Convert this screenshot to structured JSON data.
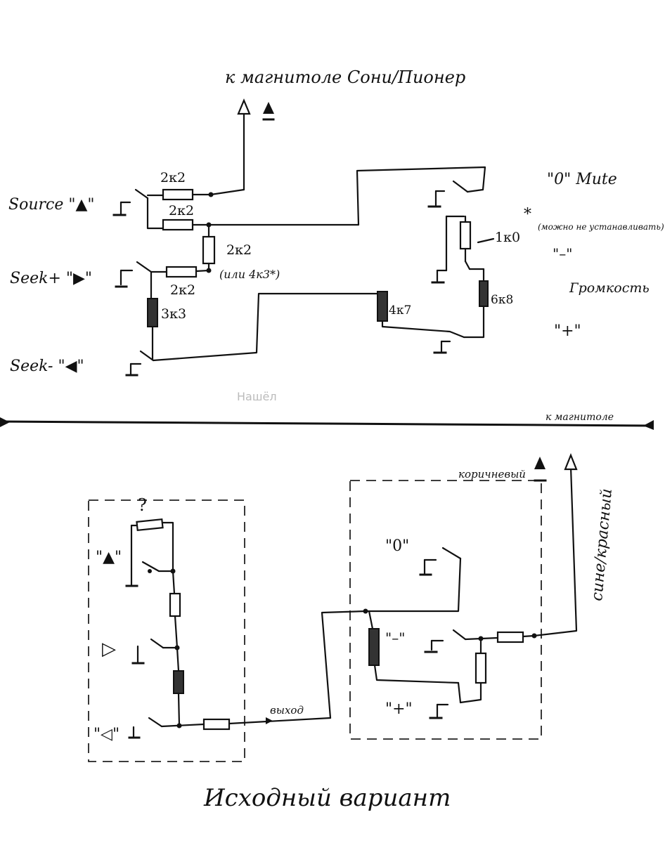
{
  "top": {
    "output_label": "к магнитоле Сони/Пионер",
    "mute_label": "\"0\" Mute",
    "source_label": "Source \"▲\"",
    "seek_plus_label": "Seek+ \"▶\"",
    "seek_minus_label": "Seek- \"◀\"",
    "r_source": "2к2",
    "r_source2": "2к2",
    "r_mid": "2к2",
    "r_mid_alt": "(или 4к3*)",
    "r_seek": "2к2",
    "r_3k3": "3к3",
    "r_4k7": "4к7",
    "r_6k8": "6к8",
    "r_1k0": "1к0",
    "r_1k0_note": "(можно не устанавливать)",
    "asterisk": "*",
    "minus_label": "\"–\"",
    "volume_label": "Громкость",
    "plus_label": "\"+\"",
    "faint_label": "Нашёл",
    "to_radio": "к магнитоле"
  },
  "bottom": {
    "question": "?",
    "btn_up": "\"▲\"",
    "btn_right": "▷",
    "btn_left": "\"◁\"",
    "exit_label": "выход",
    "brown_label": "коричневый",
    "wire_label": "сине/красный",
    "zero_label": "\"0\"",
    "minus_label": "\"–\"",
    "plus_label": "\"+\"",
    "caption": "Исходный вариант"
  }
}
